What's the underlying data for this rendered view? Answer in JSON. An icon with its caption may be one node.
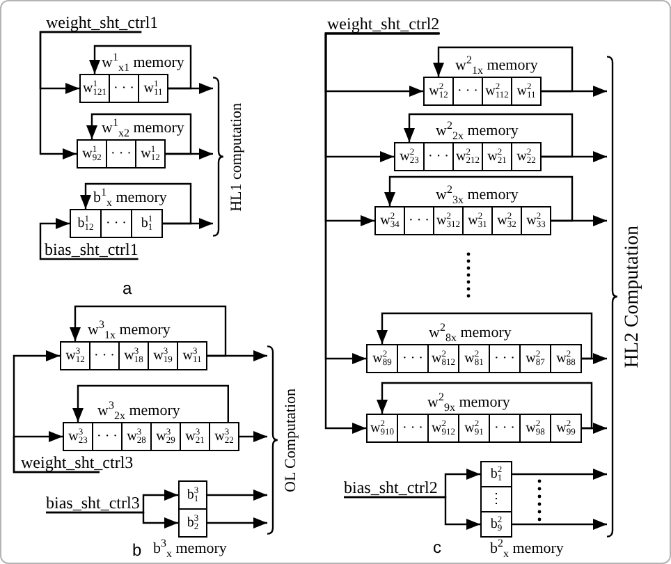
{
  "diagram": {
    "nodes": [
      {
        "text": [
          "weight_sht_ctrl1"
        ]
      },
      {
        "text": [
          "w$^{1}$$_{x1}$ memory"
        ]
      },
      {
        "text": [
          "w$^{1}$$_{121}$"
        ],
        "in": 1
      },
      {
        "text": [
          "· · ·"
        ],
        "in": 1
      },
      {
        "text": [
          "w$^{1}$$_{11}$"
        ],
        "in": 1
      },
      {
        "text": [
          "w$^{1}$$_{x2}$ memory"
        ]
      },
      {
        "text": [
          "w$^{1}$$_{92}$"
        ],
        "in": 5
      },
      {
        "text": [
          "· · ·"
        ],
        "in": 5
      },
      {
        "text": [
          "w$^{1}$$_{12}$"
        ],
        "in": 5
      },
      {
        "text": [
          "b$^{1}$$_{x}$ memory"
        ]
      },
      {
        "text": [
          "b$^{1}$$_{12}$"
        ],
        "in": 9
      },
      {
        "text": [
          "· · ·"
        ],
        "in": 9
      },
      {
        "text": [
          "b$^{1}$$_{1}$"
        ],
        "in": 9
      },
      {
        "text": [
          "bias_sht_ctrl1"
        ]
      },
      {
        "text": [
          "HL1 computation"
        ]
      },
      {
        "text": [
          "w$^{3}$$_{1x}$ memory"
        ]
      },
      {
        "text": [
          "w$^{3}$$_{12}$"
        ],
        "in": 15
      },
      {
        "text": [
          "· · ·"
        ],
        "in": 15
      },
      {
        "text": [
          "w$^{3}$$_{18}$"
        ],
        "in": 15
      },
      {
        "text": [
          "w$^{3}$$_{19}$"
        ],
        "in": 15
      },
      {
        "text": [
          "w$^{3}$$_{11}$"
        ],
        "in": 15
      },
      {
        "text": [
          "w$^{3}$$_{2x}$ memory"
        ]
      },
      {
        "text": [
          "w$^{3}$$_{23}$"
        ],
        "in": 21
      },
      {
        "text": [
          "· · ·"
        ],
        "in": 21
      },
      {
        "text": [
          "w$^{3}$$_{28}$"
        ],
        "in": 21
      },
      {
        "text": [
          "w$^{3}$$_{29}$"
        ],
        "in": 21
      },
      {
        "text": [
          "w$^{3}$$_{21}$"
        ],
        "in": 21
      },
      {
        "text": [
          "w$^{3}$$_{22}$"
        ],
        "in": 21
      },
      {
        "text": [
          "weight_sht_ctrl3"
        ]
      },
      {
        "text": [
          "bias_sht_ctrl3"
        ]
      },
      {
        "text": [
          "b$^{3}$$_{x}$ memory"
        ]
      },
      {
        "text": [
          "b$^{3}$$_{1}$"
        ],
        "in": 30
      },
      {
        "text": [
          "b$^{3}$$_{2}$"
        ],
        "in": 30
      },
      {
        "text": [
          "OL Computation"
        ]
      },
      {
        "text": [
          "weight_sht_ctrl2"
        ]
      },
      {
        "text": [
          "w$^{2}$$_{1x}$ memory"
        ]
      },
      {
        "text": [
          "w$^{2}$$_{12}$"
        ],
        "in": 35
      },
      {
        "text": [
          "· · ·"
        ],
        "in": 35
      },
      {
        "text": [
          "w$^{2}$$_{112}$"
        ],
        "in": 35
      },
      {
        "text": [
          "w$^{2}$$_{11}$"
        ],
        "in": 35
      },
      {
        "text": [
          "w$^{2}$$_{2x}$ memory"
        ]
      },
      {
        "text": [
          "w$^{2}$$_{23}$"
        ],
        "in": 40
      },
      {
        "text": [
          "· · ·"
        ],
        "in": 40
      },
      {
        "text": [
          "w$^{2}$$_{212}$"
        ],
        "in": 40
      },
      {
        "text": [
          "w$^{2}$$_{21}$"
        ],
        "in": 40
      },
      {
        "text": [
          "w$^{2}$$_{22}$"
        ],
        "in": 40
      },
      {
        "text": [
          "w$^{2}$$_{3x}$ memory"
        ]
      },
      {
        "text": [
          "w$^{2}$$_{34}$"
        ],
        "in": 46
      },
      {
        "text": [
          "· · ·"
        ],
        "in": 46
      },
      {
        "text": [
          "w$^{2}$$_{312}$"
        ],
        "in": 46
      },
      {
        "text": [
          "w$^{2}$$_{31}$"
        ],
        "in": 46
      },
      {
        "text": [
          "w$^{2}$$_{32}$"
        ],
        "in": 46
      },
      {
        "text": [
          "w$^{2}$$_{33}$"
        ],
        "in": 46
      },
      {
        "text": [
          "w$^{2}$$_{8x}$ memory"
        ]
      },
      {
        "text": [
          "w$^{2}$$_{89}$"
        ],
        "in": 53
      },
      {
        "text": [
          "· · ·"
        ],
        "in": 53
      },
      {
        "text": [
          "w$^{2}$$_{812}$"
        ],
        "in": 53
      },
      {
        "text": [
          "w$^{2}$$_{81}$"
        ],
        "in": 53
      },
      {
        "text": [
          "· · ·"
        ],
        "in": 53
      },
      {
        "text": [
          "w$^{2}$$_{87}$"
        ],
        "in": 53
      },
      {
        "text": [
          "w$^{2}$$_{88}$"
        ],
        "in": 53
      },
      {
        "text": [
          "w$^{2}$$_{9x}$ memory"
        ]
      },
      {
        "text": [
          "w$^{2}$$_{910}$"
        ],
        "in": 61
      },
      {
        "text": [
          "· · ·"
        ],
        "in": 61
      },
      {
        "text": [
          "w$^{2}$$_{912}$"
        ],
        "in": 61
      },
      {
        "text": [
          "w$^{2}$$_{91}$"
        ],
        "in": 61
      },
      {
        "text": [
          "· · ·"
        ],
        "in": 61
      },
      {
        "text": [
          "w$^{2}$$_{98}$"
        ],
        "in": 61
      },
      {
        "text": [
          "w$^{2}$$_{99}$"
        ],
        "in": 61
      },
      {
        "text": [
          "bias_sht_ctrl2"
        ]
      },
      {
        "text": [
          "b$^{2}$$_{x}$ memory"
        ]
      },
      {
        "text": [
          "b$^{2}$$_{1}$"
        ],
        "in": 70
      },
      {
        "text": [
          "⋮"
        ],
        "in": 70
      },
      {
        "text": [
          "b$^{2}$$_{9}$"
        ],
        "in": 70
      },
      {
        "text": [
          "HL2 Computation"
        ]
      }
    ],
    "edges": [
      {
        "from": 0,
        "to": 2,
        "arrow": "to"
      },
      {
        "from": 0,
        "to": 6,
        "arrow": "to"
      },
      {
        "from": 4,
        "to": 2,
        "arrow": "to"
      },
      {
        "from": 4,
        "to": 14,
        "arrow": "to"
      },
      {
        "from": 8,
        "to": 6,
        "arrow": "to"
      },
      {
        "from": 8,
        "to": 14,
        "arrow": "to"
      },
      {
        "from": 13,
        "to": 10,
        "arrow": "to"
      },
      {
        "from": 12,
        "to": 10,
        "arrow": "to"
      },
      {
        "from": 12,
        "to": 14,
        "arrow": "to"
      },
      {
        "from": 28,
        "to": 16,
        "arrow": "to"
      },
      {
        "from": 28,
        "to": 22,
        "arrow": "to"
      },
      {
        "from": 20,
        "to": 16,
        "arrow": "to"
      },
      {
        "from": 20,
        "to": 33,
        "arrow": "to"
      },
      {
        "from": 27,
        "to": 22,
        "arrow": "to"
      },
      {
        "from": 27,
        "to": 33,
        "arrow": "to"
      },
      {
        "from": 29,
        "to": 31,
        "arrow": "to"
      },
      {
        "from": 29,
        "to": 32,
        "arrow": "to"
      },
      {
        "from": 31,
        "to": 33,
        "arrow": "to"
      },
      {
        "from": 32,
        "to": 33,
        "arrow": "to"
      },
      {
        "from": 34,
        "to": 36,
        "arrow": "to"
      },
      {
        "from": 39,
        "to": 36,
        "arrow": "to"
      },
      {
        "from": 39,
        "to": 74,
        "arrow": "to"
      },
      {
        "from": 34,
        "to": 41,
        "arrow": "to"
      },
      {
        "from": 45,
        "to": 41,
        "arrow": "to"
      },
      {
        "from": 45,
        "to": 74,
        "arrow": "to"
      },
      {
        "from": 34,
        "to": 47,
        "arrow": "to"
      },
      {
        "from": 52,
        "to": 47,
        "arrow": "to"
      },
      {
        "from": 52,
        "to": 74,
        "arrow": "to"
      },
      {
        "from": 34,
        "to": 54,
        "arrow": "to"
      },
      {
        "from": 60,
        "to": 54,
        "arrow": "to"
      },
      {
        "from": 60,
        "to": 74,
        "arrow": "to"
      },
      {
        "from": 34,
        "to": 62,
        "arrow": "to"
      },
      {
        "from": 68,
        "to": 62,
        "arrow": "to"
      },
      {
        "from": 68,
        "to": 74,
        "arrow": "to"
      },
      {
        "from": 69,
        "to": 71,
        "arrow": "to"
      },
      {
        "from": 69,
        "to": 73,
        "arrow": "to"
      },
      {
        "from": 71,
        "to": 74,
        "arrow": "to"
      },
      {
        "from": 73,
        "to": 74,
        "arrow": "to"
      }
    ],
    "labels": [
      "a",
      "b",
      "c"
    ]
  }
}
